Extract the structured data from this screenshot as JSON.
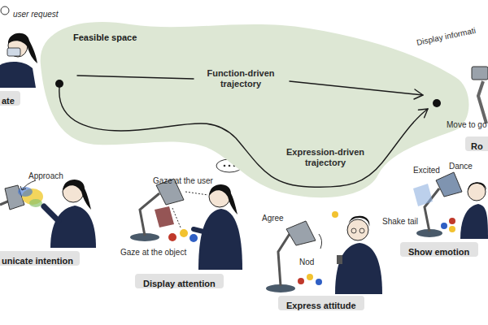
{
  "diagram": {
    "nodes": [
      {
        "text": [
          "Feasible space"
        ]
      },
      {
        "text": [
          "ate"
        ]
      },
      {
        "text": [
          "unicate intention"
        ]
      },
      {
        "text": [
          "Display attention"
        ]
      },
      {
        "text": [
          "Express attitude"
        ]
      },
      {
        "text": [
          "Show emotion"
        ]
      },
      {
        "text": [
          "Ro"
        ]
      }
    ],
    "labels": [
      "user request",
      "Function-driven trajectory",
      "Expression-driven trajectory",
      "Approach",
      "Gaze at the user",
      "Gaze at the object",
      "Agree",
      "Nod",
      "Excited",
      "Dance",
      "Shake tail",
      "Display informati",
      "Move to go"
    ]
  }
}
